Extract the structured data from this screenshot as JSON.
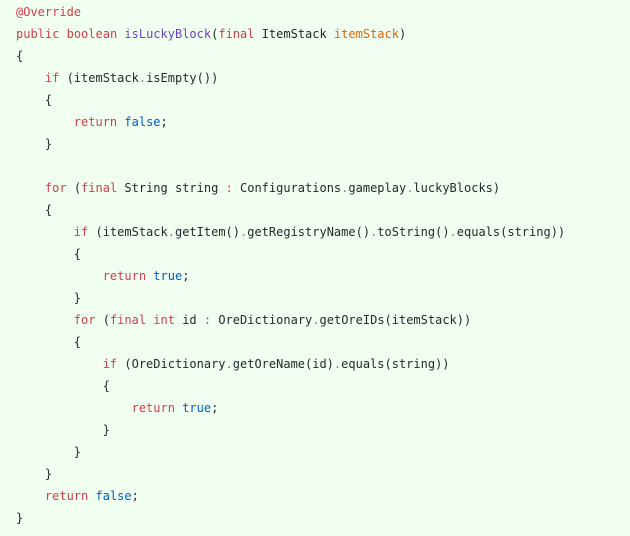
{
  "colors": {
    "background": "#f0fff0",
    "keyword": "#d73a49",
    "method": "#6f42c1",
    "param": "#e36209",
    "literal": "#005cc5",
    "text": "#24292e"
  },
  "code": {
    "lines": [
      [
        {
          "t": "@Override",
          "c": "annotation"
        }
      ],
      [
        {
          "t": "public",
          "c": "keyword"
        },
        {
          "t": " ",
          "c": "text"
        },
        {
          "t": "boolean",
          "c": "keyword"
        },
        {
          "t": " ",
          "c": "text"
        },
        {
          "t": "isLuckyBlock",
          "c": "method"
        },
        {
          "t": "(",
          "c": "punct"
        },
        {
          "t": "final",
          "c": "keyword"
        },
        {
          "t": " ItemStack ",
          "c": "text"
        },
        {
          "t": "itemStack",
          "c": "param"
        },
        {
          "t": ")",
          "c": "punct"
        }
      ],
      [
        {
          "t": "{",
          "c": "punct"
        }
      ],
      [
        {
          "t": "    ",
          "c": "text"
        },
        {
          "t": "if",
          "c": "keyword"
        },
        {
          "t": " (itemStack",
          "c": "text"
        },
        {
          "t": ".",
          "c": "dot"
        },
        {
          "t": "isEmpty())",
          "c": "text"
        }
      ],
      [
        {
          "t": "    {",
          "c": "punct"
        }
      ],
      [
        {
          "t": "        ",
          "c": "text"
        },
        {
          "t": "return",
          "c": "keyword"
        },
        {
          "t": " ",
          "c": "text"
        },
        {
          "t": "false",
          "c": "literal"
        },
        {
          "t": ";",
          "c": "punct"
        }
      ],
      [
        {
          "t": "    }",
          "c": "punct"
        }
      ],
      [],
      [
        {
          "t": "    ",
          "c": "text"
        },
        {
          "t": "for",
          "c": "keyword"
        },
        {
          "t": " (",
          "c": "text"
        },
        {
          "t": "final",
          "c": "keyword"
        },
        {
          "t": " String string ",
          "c": "text"
        },
        {
          "t": ":",
          "c": "operator"
        },
        {
          "t": " Configurations",
          "c": "text"
        },
        {
          "t": ".",
          "c": "dot"
        },
        {
          "t": "gameplay",
          "c": "text"
        },
        {
          "t": ".",
          "c": "dot"
        },
        {
          "t": "luckyBlocks)",
          "c": "text"
        }
      ],
      [
        {
          "t": "    {",
          "c": "punct"
        }
      ],
      [
        {
          "t": "        ",
          "c": "text"
        },
        {
          "t": "if",
          "c": "keyword"
        },
        {
          "t": " (itemStack",
          "c": "text"
        },
        {
          "t": ".",
          "c": "dot"
        },
        {
          "t": "getItem()",
          "c": "text"
        },
        {
          "t": ".",
          "c": "dot"
        },
        {
          "t": "getRegistryName()",
          "c": "text"
        },
        {
          "t": ".",
          "c": "dot"
        },
        {
          "t": "toString()",
          "c": "text"
        },
        {
          "t": ".",
          "c": "dot"
        },
        {
          "t": "equals(string))",
          "c": "text"
        }
      ],
      [
        {
          "t": "        {",
          "c": "punct"
        }
      ],
      [
        {
          "t": "            ",
          "c": "text"
        },
        {
          "t": "return",
          "c": "keyword"
        },
        {
          "t": " ",
          "c": "text"
        },
        {
          "t": "true",
          "c": "literal"
        },
        {
          "t": ";",
          "c": "punct"
        }
      ],
      [
        {
          "t": "        }",
          "c": "punct"
        }
      ],
      [
        {
          "t": "        ",
          "c": "text"
        },
        {
          "t": "for",
          "c": "keyword"
        },
        {
          "t": " (",
          "c": "text"
        },
        {
          "t": "final",
          "c": "keyword"
        },
        {
          "t": " ",
          "c": "text"
        },
        {
          "t": "int",
          "c": "keyword"
        },
        {
          "t": " id ",
          "c": "text"
        },
        {
          "t": ":",
          "c": "operator"
        },
        {
          "t": " OreDictionary",
          "c": "text"
        },
        {
          "t": ".",
          "c": "dot"
        },
        {
          "t": "getOreIDs(itemStack))",
          "c": "text"
        }
      ],
      [
        {
          "t": "        {",
          "c": "punct"
        }
      ],
      [
        {
          "t": "            ",
          "c": "text"
        },
        {
          "t": "if",
          "c": "keyword"
        },
        {
          "t": " (OreDictionary",
          "c": "text"
        },
        {
          "t": ".",
          "c": "dot"
        },
        {
          "t": "getOreName(id)",
          "c": "text"
        },
        {
          "t": ".",
          "c": "dot"
        },
        {
          "t": "equals(string))",
          "c": "text"
        }
      ],
      [
        {
          "t": "            {",
          "c": "punct"
        }
      ],
      [
        {
          "t": "                ",
          "c": "text"
        },
        {
          "t": "return",
          "c": "keyword"
        },
        {
          "t": " ",
          "c": "text"
        },
        {
          "t": "true",
          "c": "literal"
        },
        {
          "t": ";",
          "c": "punct"
        }
      ],
      [
        {
          "t": "            }",
          "c": "punct"
        }
      ],
      [
        {
          "t": "        }",
          "c": "punct"
        }
      ],
      [
        {
          "t": "    }",
          "c": "punct"
        }
      ],
      [
        {
          "t": "    ",
          "c": "text"
        },
        {
          "t": "return",
          "c": "keyword"
        },
        {
          "t": " ",
          "c": "text"
        },
        {
          "t": "false",
          "c": "literal"
        },
        {
          "t": ";",
          "c": "punct"
        }
      ],
      [
        {
          "t": "}",
          "c": "punct"
        }
      ]
    ]
  }
}
